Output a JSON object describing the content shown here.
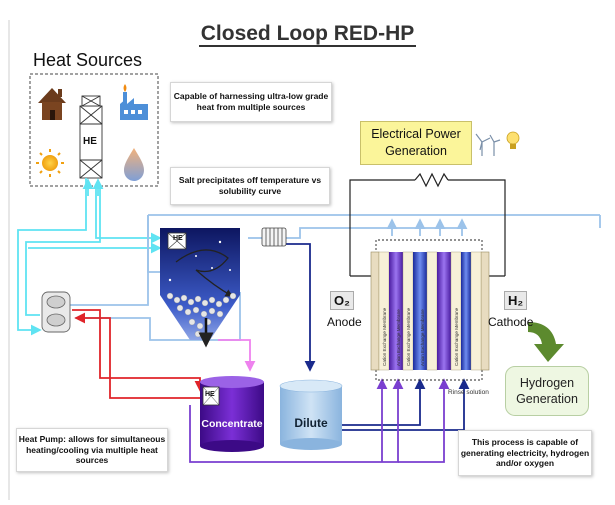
{
  "title": "Closed Loop RED-HP",
  "heat_sources": {
    "title": "Heat Sources",
    "he_label": "HE",
    "icons": [
      "house-icon",
      "factory-icon",
      "sun-icon",
      "water-drop-icon"
    ]
  },
  "notes": {
    "harness": "Capable of harnessing ultra-low grade heat from multiple sources",
    "salt": "Salt precipitates off temperature vs solubility curve",
    "heat_pump": "Heat Pump: allows for simultaneous heating/cooling via multiple heat sources",
    "process": "This process is capable of generating electricity, hydrogen and/or oxygen"
  },
  "power": {
    "label": "Electrical Power Generation",
    "icons": [
      "wind-turbine-icon",
      "lightbulb-icon"
    ]
  },
  "stack": {
    "anode_species": "O₂",
    "anode_label": "Anode",
    "cathode_species": "H₂",
    "cathode_label": "Cathode",
    "membranes": [
      "Cation Exchange Membrane",
      "Anion Exchange Membrane",
      "Cation Exchange Membrane",
      "Anion Exchange Membrane",
      "Cation Exchange Membrane"
    ],
    "rinse_label": "Rinse solution"
  },
  "hydrogen": {
    "label": "Hydrogen Generation"
  },
  "tanks": {
    "concentrate": "Concentrate",
    "dilute": "Dilute",
    "he_label": "HE"
  },
  "crystallizer": {
    "he_label": "HE"
  },
  "colors": {
    "cyan_loop": "#5fe3f2",
    "light_blue_loop": "#9cc3ea",
    "red_loop": "#e0242a",
    "purple_loop": "#7a3fd0",
    "dark_blue_loop": "#1a2a8c",
    "pink_flow": "#ee82ee",
    "concentrate_tank": "#5a1aa6",
    "dilute_tank": "#a9cdea"
  }
}
